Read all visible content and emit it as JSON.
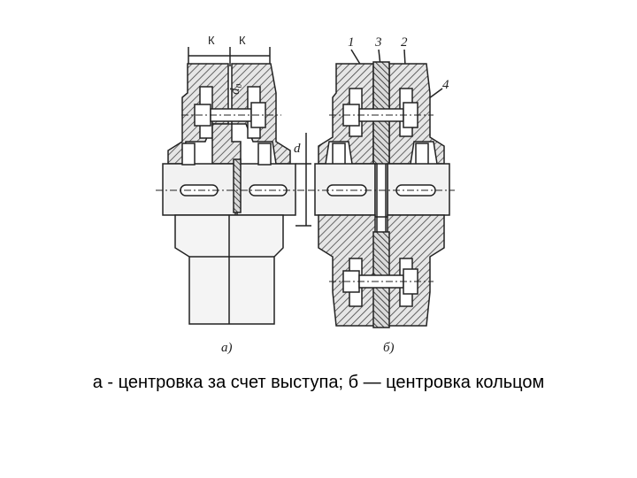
{
  "figure": {
    "dimension_labels": {
      "k_left": "К",
      "k_right": "К",
      "d0": "d₀",
      "d": "d"
    },
    "part_labels": [
      "1",
      "3",
      "2",
      "4"
    ],
    "sublabel_a": "а)",
    "sublabel_b": "б)"
  },
  "caption": "а - центровка за счет выступа; б — центровка кольцом",
  "colors": {
    "stroke": "#222222",
    "hatch": "#555555",
    "shade": "#d8d8d8",
    "light": "#f2f2f2"
  }
}
